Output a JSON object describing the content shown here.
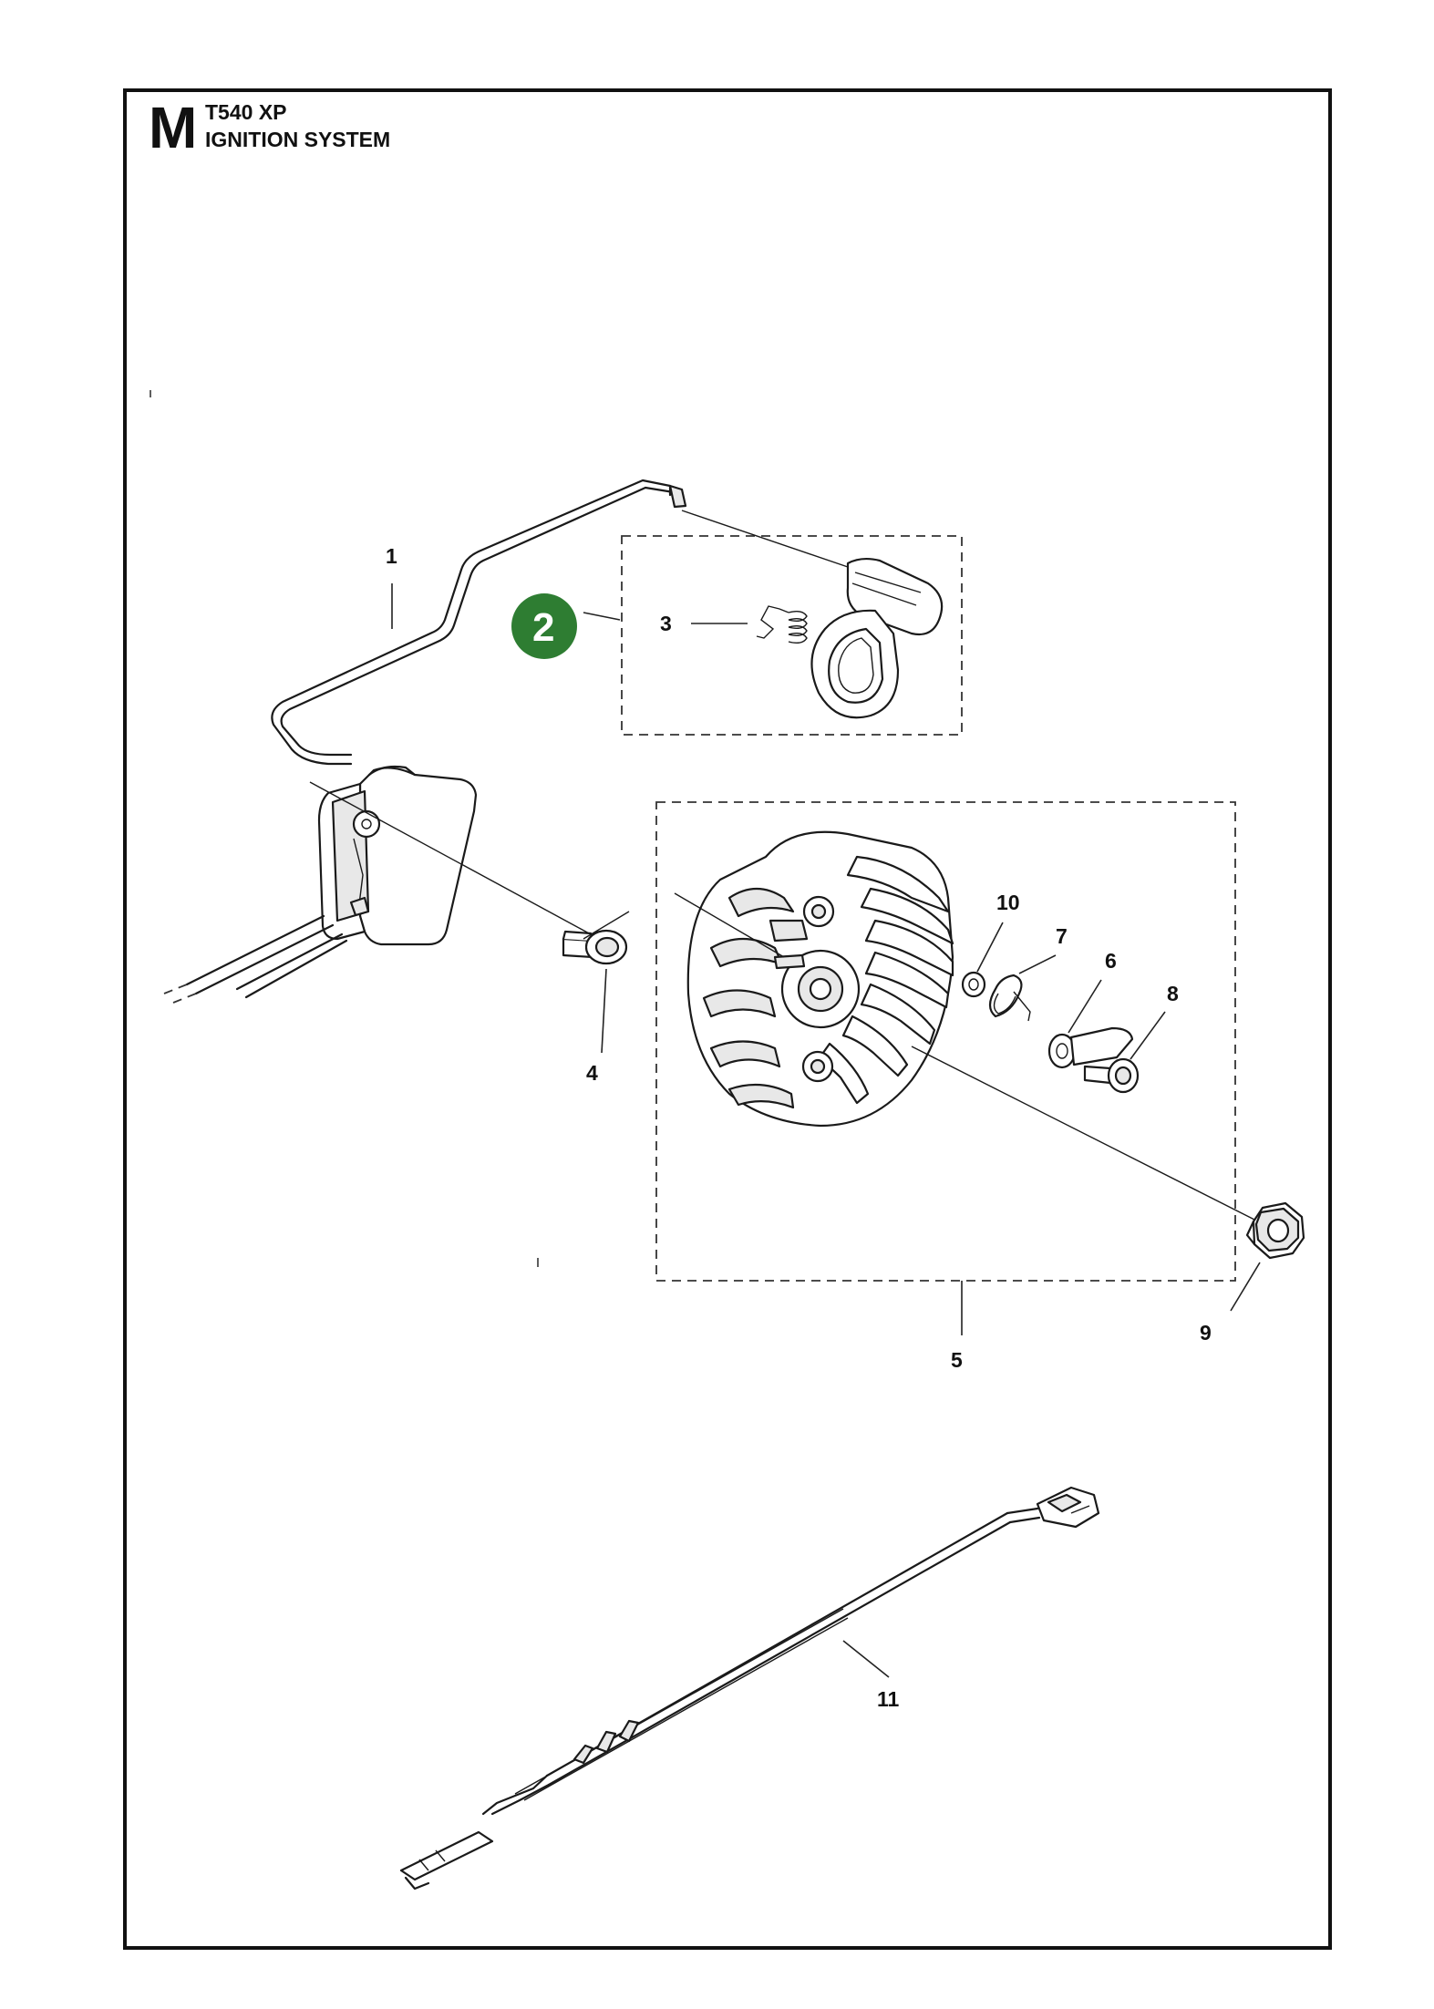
{
  "header": {
    "section_letter": "M",
    "model": "T540 XP",
    "title": "IGNITION SYSTEM"
  },
  "badge": {
    "number": "2",
    "color": "#2e7d32"
  },
  "callouts": [
    "1",
    "3",
    "4",
    "5",
    "6",
    "7",
    "8",
    "9",
    "10",
    "11"
  ],
  "colors": {
    "line": "#111111",
    "badge": "#2e7d32"
  }
}
